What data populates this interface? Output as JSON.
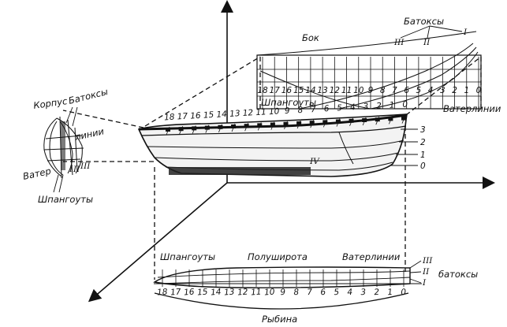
{
  "side_view": {
    "title": "Бок",
    "buttocks_label": "Батоксы",
    "waterlines_label": "Ватерлинии",
    "buttock_marks": [
      "III",
      "II",
      "I"
    ],
    "station_numbers": [
      "18",
      "17",
      "16",
      "15",
      "14",
      "13",
      "12",
      "11",
      "10",
      "9",
      "8",
      "7",
      "6",
      "5",
      "4",
      "3",
      "2",
      "1",
      "0"
    ]
  },
  "body_view": {
    "title": "Корпус",
    "buttocks_label": "Батоксы",
    "waterlines_label_part1": "Ватер",
    "waterlines_label_part2": "линии",
    "frames_label": "Шпангоуты",
    "buttock_marks": [
      "I",
      "II",
      "III"
    ]
  },
  "boat_view": {
    "frames_label": "Шпангоуты",
    "station_numbers": [
      "18",
      "17",
      "16",
      "15",
      "14",
      "13",
      "12",
      "11",
      "10",
      "9",
      "8",
      "7",
      "6",
      "5",
      "4",
      "3",
      "2",
      "1",
      "0"
    ],
    "waterline_numbers": [
      "3",
      "2",
      "1",
      "0"
    ],
    "buttock_mark": "IV"
  },
  "plan_view": {
    "title": "Полуширота",
    "frames_label": "Шпангоуты",
    "waterlines_label": "Ватерлинии",
    "buttocks_label": "батоксы",
    "keel_label": "Рыбина",
    "buttock_marks": [
      "III",
      "II",
      "I"
    ],
    "station_numbers": [
      "18",
      "17",
      "16",
      "15",
      "14",
      "13",
      "12",
      "11",
      "10",
      "9",
      "8",
      "7",
      "6",
      "5",
      "4",
      "3",
      "2",
      "1",
      "0"
    ]
  }
}
